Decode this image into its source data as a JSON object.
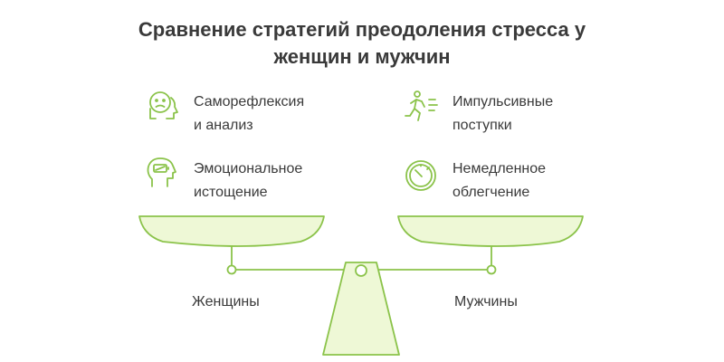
{
  "title": {
    "line1": "Сравнение стратегий преодоления стресса у",
    "line2": "женщин и мужчин"
  },
  "left": {
    "label": "Женщины",
    "items": [
      {
        "line1": "Саморефлексия",
        "line2": "и анализ",
        "icon": "thinking-head-icon"
      },
      {
        "line1": "Эмоциональное",
        "line2": "истощение",
        "icon": "low-battery-head-icon"
      }
    ]
  },
  "right": {
    "label": "Мужчины",
    "items": [
      {
        "line1": "Импульсивные",
        "line2": "поступки",
        "icon": "running-person-icon"
      },
      {
        "line1": "Немедленное",
        "line2": "облегчение",
        "icon": "stopwatch-icon"
      }
    ]
  },
  "colors": {
    "accent_stroke": "#8bc34a",
    "accent_fill": "#eef8d6",
    "text": "#3a3a3a"
  }
}
